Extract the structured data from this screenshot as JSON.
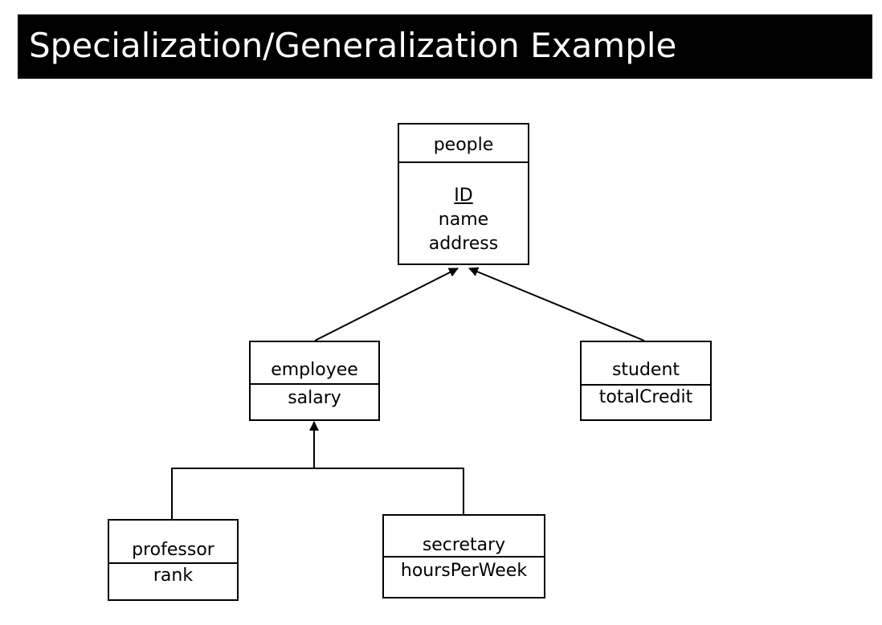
{
  "title": "Specialization/Generalization Example",
  "entities": {
    "people": {
      "name": "people",
      "key_attribute": "ID",
      "attributes": [
        "name",
        "address"
      ]
    },
    "employee": {
      "name": "employee",
      "attributes": [
        "salary"
      ]
    },
    "student": {
      "name": "student",
      "attributes": [
        "totalCredit"
      ]
    },
    "professor": {
      "name": "professor",
      "attributes": [
        "rank"
      ]
    },
    "secretary": {
      "name": "secretary",
      "attributes": [
        "hoursPerWeek"
      ]
    }
  },
  "relationships": [
    {
      "child": "employee",
      "parent": "people"
    },
    {
      "child": "student",
      "parent": "people"
    },
    {
      "child": "professor",
      "parent": "employee"
    },
    {
      "child": "secretary",
      "parent": "employee"
    }
  ]
}
